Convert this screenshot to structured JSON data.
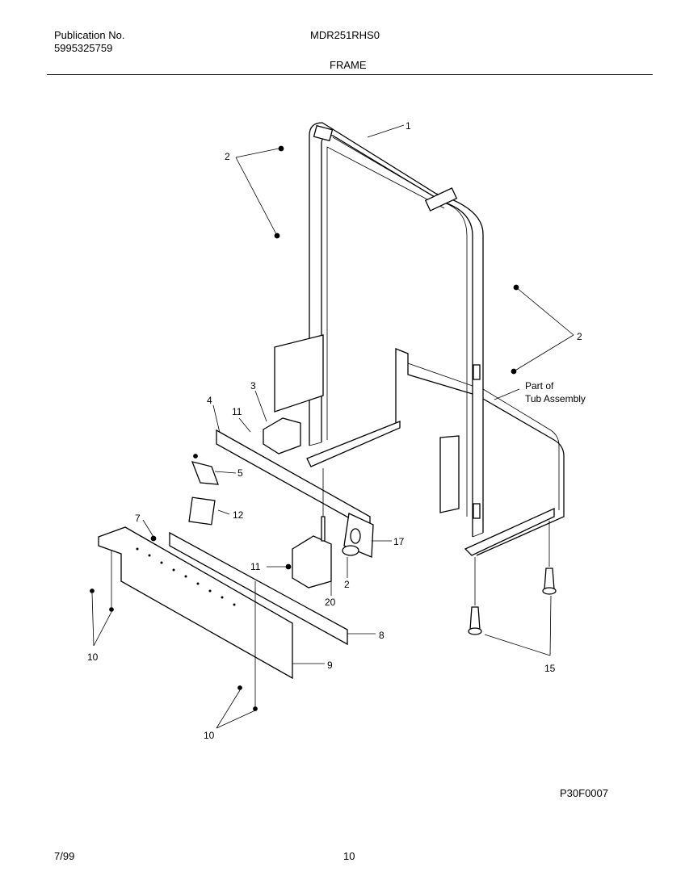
{
  "header": {
    "publication_label": "Publication No.",
    "publication_number": "5995325759",
    "model": "MDR251RHS0",
    "section_title": "FRAME"
  },
  "footer": {
    "figure_code": "P30F0007",
    "date": "7/99",
    "page": "10"
  },
  "callouts": {
    "c1": "1",
    "c2a": "2",
    "c2b": "2",
    "c2c": "2",
    "c3": "3",
    "c4": "4",
    "c5": "5",
    "c7": "7",
    "c8": "8",
    "c9": "9",
    "c10a": "10",
    "c10b": "10",
    "c11a": "11",
    "c11b": "11",
    "c12": "12",
    "c15": "15",
    "c17": "17",
    "c20": "20",
    "tub_line1": "Part of",
    "tub_line2": "Tub Assembly"
  }
}
